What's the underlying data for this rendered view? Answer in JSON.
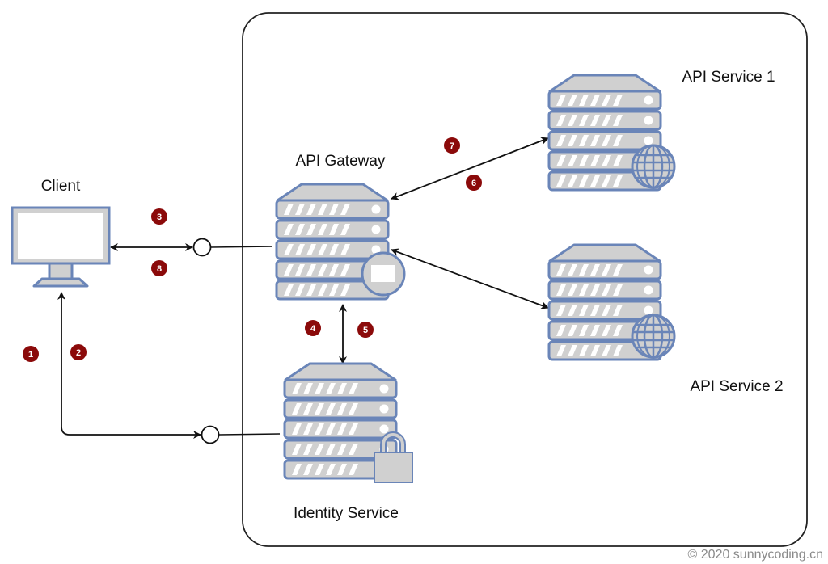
{
  "diagram": {
    "title": "API Gateway architecture",
    "nodes": {
      "client": {
        "label": "Client",
        "icon": "monitor-icon"
      },
      "gateway": {
        "label": "API Gateway",
        "icon": "server-icon",
        "overlay_icon": "window-icon"
      },
      "service1": {
        "label": "API Service 1",
        "icon": "server-icon",
        "overlay_icon": "globe-icon"
      },
      "service2": {
        "label": "API Service 2",
        "icon": "server-icon",
        "overlay_icon": "globe-icon"
      },
      "identity": {
        "label": "Identity Service",
        "icon": "server-icon",
        "overlay_icon": "lock-icon"
      }
    },
    "steps": [
      {
        "n": "1",
        "between": "client-identity"
      },
      {
        "n": "2",
        "between": "client-identity"
      },
      {
        "n": "3",
        "between": "client-gateway"
      },
      {
        "n": "4",
        "between": "gateway-identity"
      },
      {
        "n": "5",
        "between": "gateway-identity"
      },
      {
        "n": "6",
        "between": "gateway-service1"
      },
      {
        "n": "7",
        "between": "gateway-service1"
      },
      {
        "n": "8",
        "between": "client-gateway"
      }
    ],
    "colors": {
      "badge": "#8b0a0a",
      "server_stroke": "#6a85b8",
      "server_fill": "#d0d0d0",
      "line": "#111111"
    }
  },
  "footer": {
    "copyright": "© 2020 sunnycoding.cn"
  }
}
